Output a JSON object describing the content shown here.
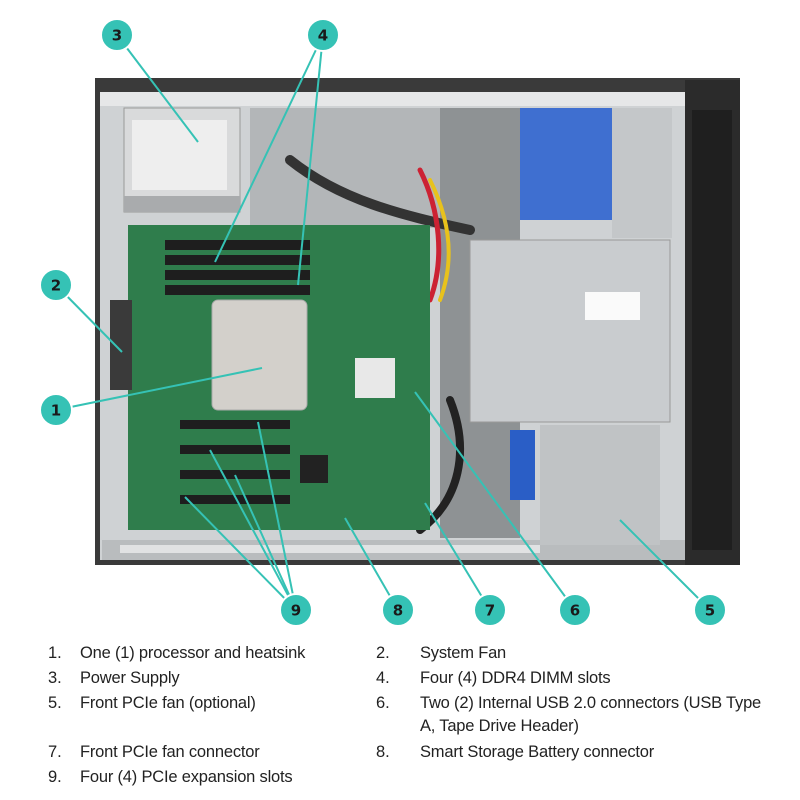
{
  "colors": {
    "callout_fill": "#35c2b5",
    "callout_stroke": "#ffffff",
    "leader_line": "#35c2b5",
    "board": "#2f7d4c",
    "chassis": "#3a3a3a",
    "bracket": "#3f6fd0"
  },
  "callouts": [
    "1",
    "2",
    "3",
    "4",
    "5",
    "6",
    "7",
    "8",
    "9"
  ],
  "psu_label": "",
  "legend": [
    {
      "num": "1.",
      "text": "One (1) processor and heatsink"
    },
    {
      "num": "2.",
      "text": "System Fan"
    },
    {
      "num": "3.",
      "text": "Power Supply"
    },
    {
      "num": "4.",
      "text": "Four (4) DDR4 DIMM slots"
    },
    {
      "num": "5.",
      "text": "Front PCIe fan (optional)"
    },
    {
      "num": "6.",
      "text": "Two (2) Internal USB 2.0 connectors (USB Type A, Tape Drive Header)"
    },
    {
      "num": "7.",
      "text": "Front PCIe fan connector"
    },
    {
      "num": "8.",
      "text": "Smart Storage Battery connector"
    },
    {
      "num": "9.",
      "text": "Four (4) PCIe expansion slots"
    }
  ]
}
